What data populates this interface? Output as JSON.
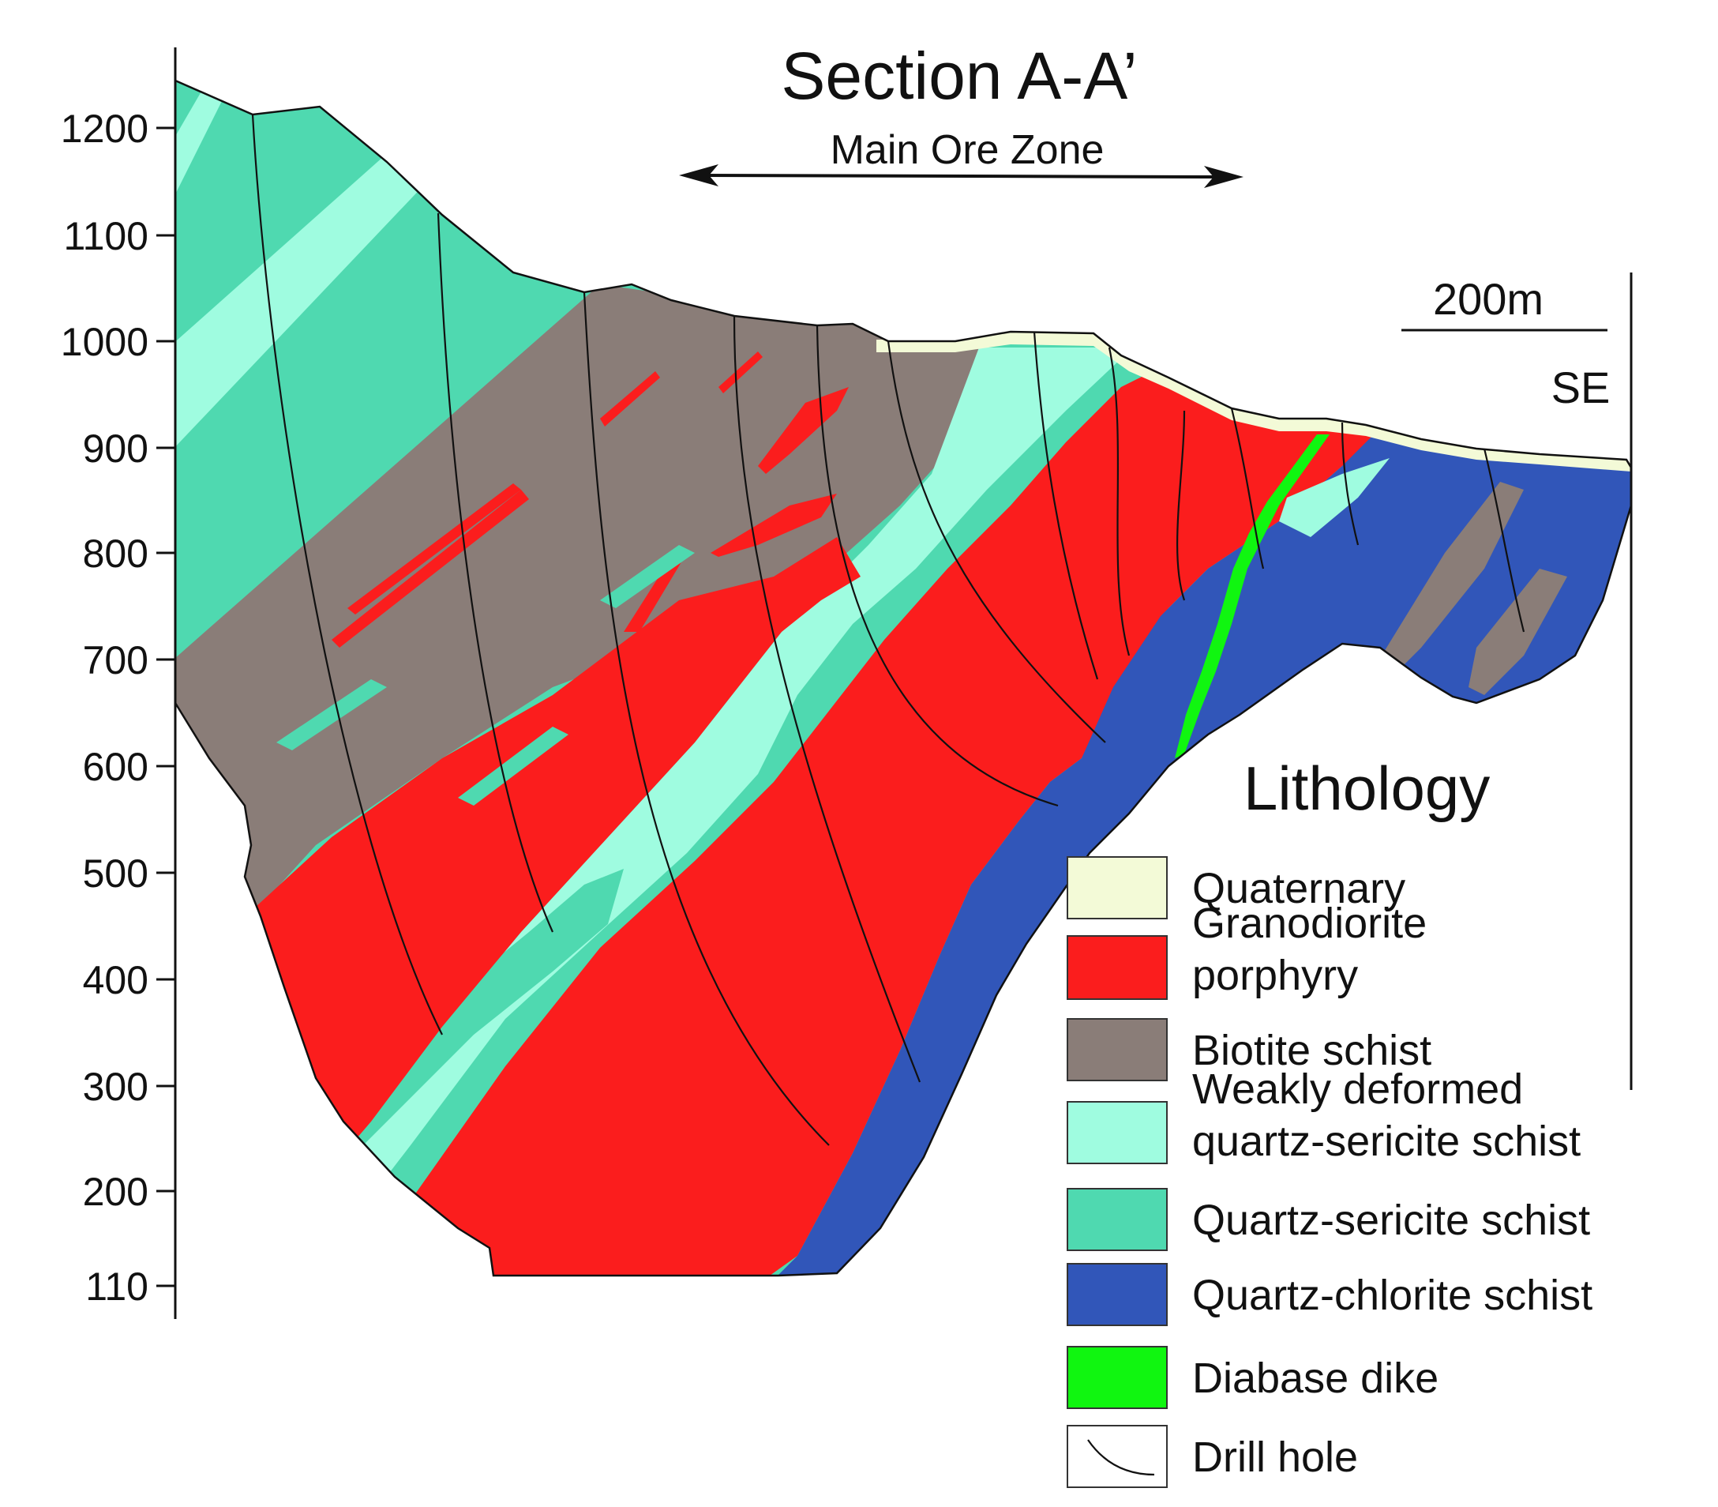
{
  "title": "Section A-A’",
  "main_ore_zone": "Main Ore Zone",
  "scale_bar": "200m",
  "direction": "SE",
  "axis": {
    "ticks": [
      "1200",
      "1100",
      "1000",
      "900",
      "800",
      "700",
      "600",
      "500",
      "400",
      "300",
      "200",
      "110"
    ]
  },
  "legend": {
    "title": "Lithology",
    "items": [
      {
        "label": [
          "Quaternary"
        ],
        "color": "#f3fad7"
      },
      {
        "label": [
          "Granodiorite",
          "porphyry"
        ],
        "color": "#fb1d1d"
      },
      {
        "label": [
          "Biotite schist"
        ],
        "color": "#8a7d78"
      },
      {
        "label": [
          "Weakly deformed",
          "quartz-sericite schist"
        ],
        "color": "#9ffce0"
      },
      {
        "label": [
          "Quartz-sericite schist"
        ],
        "color": "#4fd9b0"
      },
      {
        "label": [
          "Quartz-chlorite schist"
        ],
        "color": "#3156b9"
      },
      {
        "label": [
          "Diabase dike"
        ],
        "color": "#10f610"
      },
      {
        "label": [
          "Drill hole"
        ],
        "color": "#ffffff",
        "icon": "drill-hole-line"
      }
    ]
  },
  "colors": {
    "quaternary": "#f3fad7",
    "granodiorite": "#fb1d1d",
    "biotite": "#8a7d78",
    "weak_qs": "#9ffce0",
    "qs": "#4fd9b0",
    "qc": "#3156b9",
    "dike": "#10f610"
  }
}
